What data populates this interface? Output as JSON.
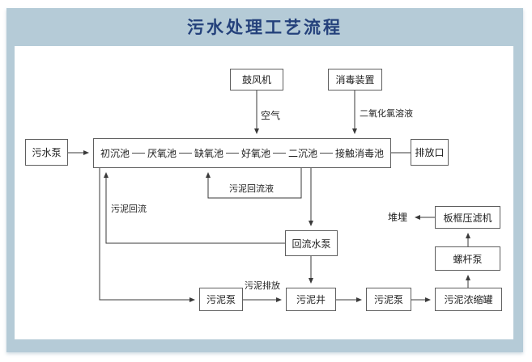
{
  "title": "污水处理工艺流程",
  "colors": {
    "card_background": "#b5cbd7",
    "panel_background": "#ffffff",
    "title_text": "#24417b",
    "box_border": "#5f5f5f",
    "line": "#3a3a3a",
    "text": "#222222"
  },
  "nodes": {
    "blower": "鼓风机",
    "disinfection_device": "消毒装置",
    "sewage_pump": "污水泵",
    "process_stages": [
      "初沉池",
      "厌氧池",
      "缺氧池",
      "好氧池",
      "二沉池",
      "接触消毒池"
    ],
    "discharge_outlet": "排放口",
    "return_water_pump": "回流水泵",
    "sludge_pump_1": "污泥泵",
    "sludge_well": "污泥井",
    "sludge_pump_2": "污泥泵",
    "sludge_thickener": "污泥浓缩罐",
    "screw_pump": "螺杆泵",
    "filter_press": "板框压滤机"
  },
  "labels": {
    "air": "空气",
    "chlorine_dioxide_solution": "二氧化氯溶液",
    "sludge_return": "污泥回流",
    "sludge_return_liquid": "污泥回流液",
    "sludge_discharge": "污泥排放",
    "burial": "堆埋"
  }
}
